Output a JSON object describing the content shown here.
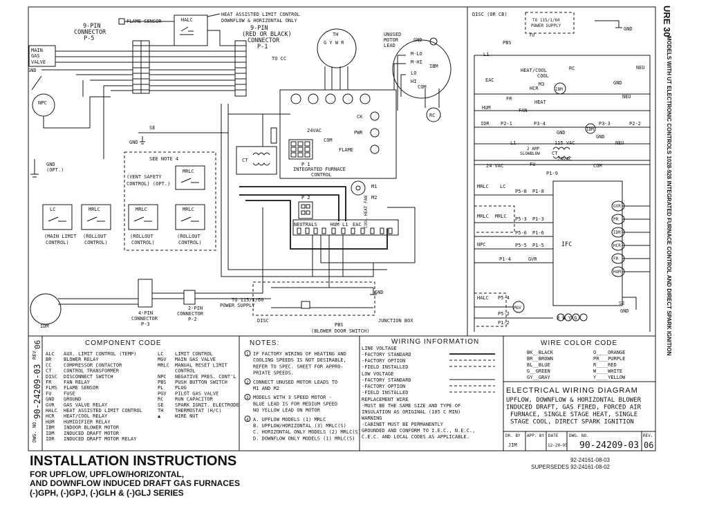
{
  "side_title": {
    "figure": "URE 30",
    "caption": "MODELS WITH UT ELECTRONIC CONTROLS 1028-928 INTEGRATED FURNACE CONTROL AND DIRECT SPARK IGNITION"
  },
  "labels": {
    "flame_sensor": "FLAME SENSOR",
    "halc": "HALC",
    "halc_note1": "HEAT ASSISTED LIMIT CONTROL",
    "halc_note2": "DOWNFLOW & HORIZONTAL ONLY",
    "nine_pin_a1": "9-PIN",
    "nine_pin_a2": "CONNECTOR",
    "nine_pin_a3": "P-5",
    "nine_pin_b1": "9-PIN",
    "nine_pin_b2": "(RED OR BLACK)",
    "nine_pin_b3": "CONNECTOR",
    "nine_pin_b4": "P-1",
    "to_cc": "TO CC",
    "th": "TH",
    "th_terms": "G Y W R",
    "unused_motor_lead1": "UNUSED",
    "unused_motor_lead2": "MOTOR",
    "unused_motor_lead3": "LEAD",
    "gnd": "GND",
    "main_gas_valve1": "MAIN",
    "main_gas_valve2": "GAS",
    "main_gas_valve3": "VALVE",
    "npc": "NPC",
    "se": "SE",
    "gnd_opt1": "GND",
    "gnd_opt2": "(OPT.)",
    "see_note_4": "SEE NOTE 4",
    "vent_safety1": "(VENT SAFETY",
    "vent_safety2": "CONTROL) (OPT.)",
    "mrlc": "MRLC",
    "lc": "LC",
    "main_limit1": "(MAIN LIMIT",
    "main_limit2": "CONTROL)",
    "rollout1": "(ROLLOUT",
    "rollout2": "CONTROL)",
    "integrated1": "INTEGRATED FURNACE",
    "integrated2": "CONTROL",
    "p1": "P 1",
    "p2": "P 2",
    "v24vac": "24VAC",
    "com": "COM",
    "ck": "CK",
    "pwr": "PWR",
    "flame": "FLAME",
    "ct": "CT",
    "m1": "M1",
    "m2": "M2",
    "neutrals": "NEUTRALS",
    "hum": "HUM",
    "l1": "L1",
    "eac": "EAC",
    "cool_heat_fan": "COOL HEAT FAN",
    "idm": "IDM",
    "ibm": "IBM",
    "rc": "RC",
    "m_lo": "M-LO",
    "m_hi": "M-HI",
    "lo": "LO",
    "hi": "HI",
    "four_pin1": "4-PIN",
    "four_pin2": "CONNECTOR",
    "four_pin3": "P-3",
    "two_pin1": "2-PIN",
    "two_pin2": "CONNECTOR",
    "two_pin3": "P-2",
    "power_supply1": "TO 115/1/60",
    "power_supply2": "POWER SUPPLY",
    "disc": "DISC",
    "pbs1": "PBS",
    "pbs2": "(BLOWER DOOR SWITCH)",
    "junction_box": "JUNCTION BOX",
    "disc_or_cb": "DISC (OR CB)",
    "to_power_supply1": "TO 115/1/60",
    "to_power_supply2": "POWER SUPPLY",
    "fu": "FU",
    "heat_cool": "HEAT/COOL",
    "cool": "COOL",
    "heat": "HEAT",
    "hcr": "HCR",
    "fr": "FR",
    "fan": "FAN",
    "ms": "M3",
    "neu": "NEU",
    "idr": "IDR",
    "p2_1": "P2-1",
    "p3_4": "P3-4",
    "p3_3": "P3-3",
    "p2_2": "P2-2",
    "v115": "115 VAC",
    "slowblow": "SLOWBLOW",
    "amp": "2 AMP",
    "v24": "24 VAC",
    "p1_9": "P1-9",
    "p5_8": "P5-8",
    "p1_8": "P1-8",
    "p5_3": "P5-3",
    "p1_3": "P1-3",
    "p5_6": "P5-6",
    "p1_6": "P1-6",
    "p5_5": "P5-5",
    "p1_5": "P1-5",
    "p1_4": "P1-4",
    "gvr": "GVR",
    "p5_4": "P5-4",
    "mgv": "MGV",
    "p5_2": "P5-2",
    "p1_2": "P1-2",
    "ifc": "IFC",
    "rwyg": "R W Y G",
    "right_circles": [
      "GVR",
      "PR",
      "IDR",
      "HCR",
      "FR",
      "HUM"
    ]
  },
  "component_code": {
    "title": "COMPONENT CODE",
    "left": [
      [
        "ALC",
        "AUX. LIMIT CONTROL (TEMP)"
      ],
      [
        "BR",
        "BLOWER RELAY"
      ],
      [
        "CC",
        "COMPRESSOR CONTACTOR"
      ],
      [
        "CT",
        "CONTROL TRANSFORMER"
      ],
      [
        "DISC",
        "DISCONNECT SWITCH"
      ],
      [
        "FR",
        "FAN RELAY"
      ],
      [
        "FLMS",
        "FLAME SENSOR"
      ],
      [
        "FU",
        "FUSE"
      ],
      [
        "GND",
        "GROUND"
      ],
      [
        "GVR",
        "GAS VALVE RELAY"
      ],
      [
        "HALC",
        "HEAT ASSISTED LIMIT CONTROL"
      ],
      [
        "HCR",
        "HEAT/COOL RELAY"
      ],
      [
        "HUM",
        "HUMIDIFIER RELAY"
      ],
      [
        "IBM",
        "INDOOR BLOWER MOTOR"
      ],
      [
        "IDM",
        "INDUCED DRAFT MOTOR"
      ],
      [
        "IDR",
        "INDUCED DRAFT MOTOR RELAY"
      ]
    ],
    "right": [
      [
        "LC",
        "LIMIT CONTROL"
      ],
      [
        "MGV",
        "MAIN GAS VALVE"
      ],
      [
        "MRLC",
        "MANUAL RESET LIMIT"
      ],
      [
        "",
        "CONTROL"
      ],
      [
        "NPC",
        "NEGATIVE PRES. CONT'L"
      ],
      [
        "PBS",
        "PUSH BUTTON SWITCH"
      ],
      [
        "PL",
        "PLUG"
      ],
      [
        "PGV",
        "PILOT GAS VALVE"
      ],
      [
        "RC",
        "RUN CAPACITOR"
      ],
      [
        "SE",
        "SPARK IGNIT. ELECTRODE"
      ],
      [
        "TH",
        "THERMOSTAT (H/C)"
      ],
      [
        "▲",
        "WIRE NUT"
      ]
    ]
  },
  "notes": {
    "title": "NOTES:",
    "lines": [
      [
        "1",
        "IF FACTORY WIRING OF HEATING AND"
      ],
      [
        "",
        "COOLING SPEEDS IS NOT DESIRABLE,"
      ],
      [
        "",
        "REFER TO SPEC. SHEET FOR APPRO-"
      ],
      [
        "",
        "PRIATE SPEEDS."
      ],
      [
        "2",
        "CONNECT UNUSED MOTOR LEADS TO"
      ],
      [
        "",
        "M1 AND M2"
      ],
      [
        "3",
        "MODELS WITH 3 SPEED MOTOR -"
      ],
      [
        "",
        "BLUE LEAD IS FOR MEDIUM SPEED"
      ],
      [
        "",
        "NO YELLOW LEAD ON MOTOR"
      ],
      [
        "4",
        "A. UPFLOW MODELS (1) MRLC"
      ],
      [
        "",
        "B. UPFLOW/HORIZONTAL (3) MRLC(S)"
      ],
      [
        "",
        "C. HORIZONTAL ONLY MODELS (2) MRLC(S)"
      ],
      [
        "",
        "D. DOWNFLOW ONLY MODELS (1) MRLC(S)"
      ]
    ]
  },
  "wiring_info": {
    "title": "WIRING INFORMATION",
    "line_voltage": "LINE VOLTAGE",
    "lv": [
      "-FACTORY STANDARD",
      "-FACTORY OPTION",
      "-FIELD INSTALLED"
    ],
    "low_voltage": "LOW VOLTAGE",
    "lov": [
      "-FACTORY STANDARD",
      "-FACTORY OPTION",
      "-FIELD INSTALLED"
    ],
    "replacement": "REPLACEMENT WIRE",
    "rep": [
      "-MUST BE THE SAME SIZE AND TYPE OF",
      "INSULATION AS ORIGINAL (105 C MIN)"
    ],
    "warning": "WARNING",
    "warn": [
      "-CABINET MUST BE PERMANENTLY",
      "GROUNDED AND CONFORM TO I.E.C., N.E.C.,",
      "C.E.C. AND LOCAL CODES AS APPLICABLE."
    ]
  },
  "wire_color": {
    "title": "WIRE COLOR CODE",
    "left": [
      "BK__BLACK",
      "BR__BROWN",
      "BL__BLUE",
      "G__GREEN",
      "GY__GRAY"
    ],
    "right": [
      "O____ORANGE",
      "PR___PURPLE",
      "R____RED",
      "W____WHITE",
      "Y____YELLOW"
    ]
  },
  "diagram_title": {
    "title": "ELECTRICAL WIRING DIAGRAM",
    "lines": [
      "UPFLOW, DOWNFLOW & HORIZONTAL BLOWER",
      "INDUCED DRAFT, GAS FIRED, FORCED AIR",
      "FURNACE, SINGLE STAGE HEAT, SINGLE",
      "STAGE COOL, DIRECT SPARK IGNITION"
    ]
  },
  "title_block": {
    "dr_by_label": "DR. BY",
    "dr_by": "JIM",
    "app_by_label": "APP. BY",
    "date_label": "DATE",
    "date": "12-20-95",
    "dwg_label": "DWG. NO.",
    "dwg_no": "90-24209-03",
    "rev_label": "REV.",
    "rev": "06"
  },
  "left_strip": {
    "dwg_label": "DWG. NO.",
    "dwg_no": "90-24209-03",
    "rev_label": "REV.",
    "rev": "06"
  },
  "footer": {
    "title": "INSTALLATION INSTRUCTIONS",
    "line1": "FOR UPFLOW, UPFLOW/HORIZONTAL,",
    "line2": "AND DOWNFLOW INDUCED DRAFT GAS FURNACES",
    "line3": "(-)GPH, (-)GPJ, (-)GLH & (-)GLJ SERIES",
    "doc_no": "92-24161-08-03",
    "supersedes": "SUPERSEDES 92-24161-08-02"
  }
}
